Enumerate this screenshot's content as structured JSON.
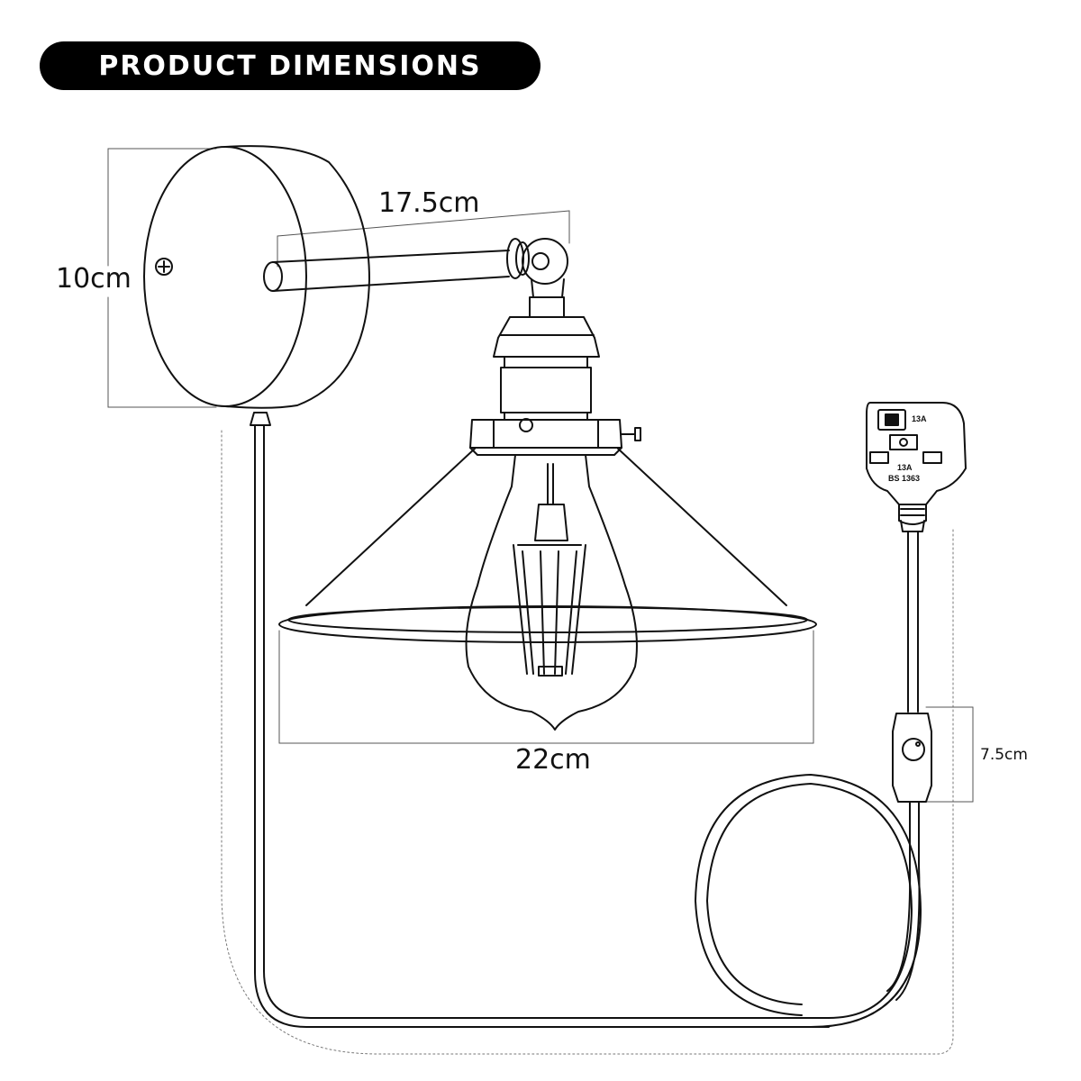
{
  "header": {
    "title": "PRODUCT DIMENSIONS"
  },
  "dimensions": {
    "backplate_height": "10cm",
    "arm_length": "17.5cm",
    "shade_diameter": "22cm",
    "switch_length": "7.5cm"
  },
  "plug": {
    "fuse_rating": "13A",
    "pin_rating": "13A",
    "standard": "BS 1363"
  },
  "colors": {
    "line": "#111111",
    "background": "#ffffff",
    "title_bg": "#000000",
    "title_text": "#ffffff"
  }
}
